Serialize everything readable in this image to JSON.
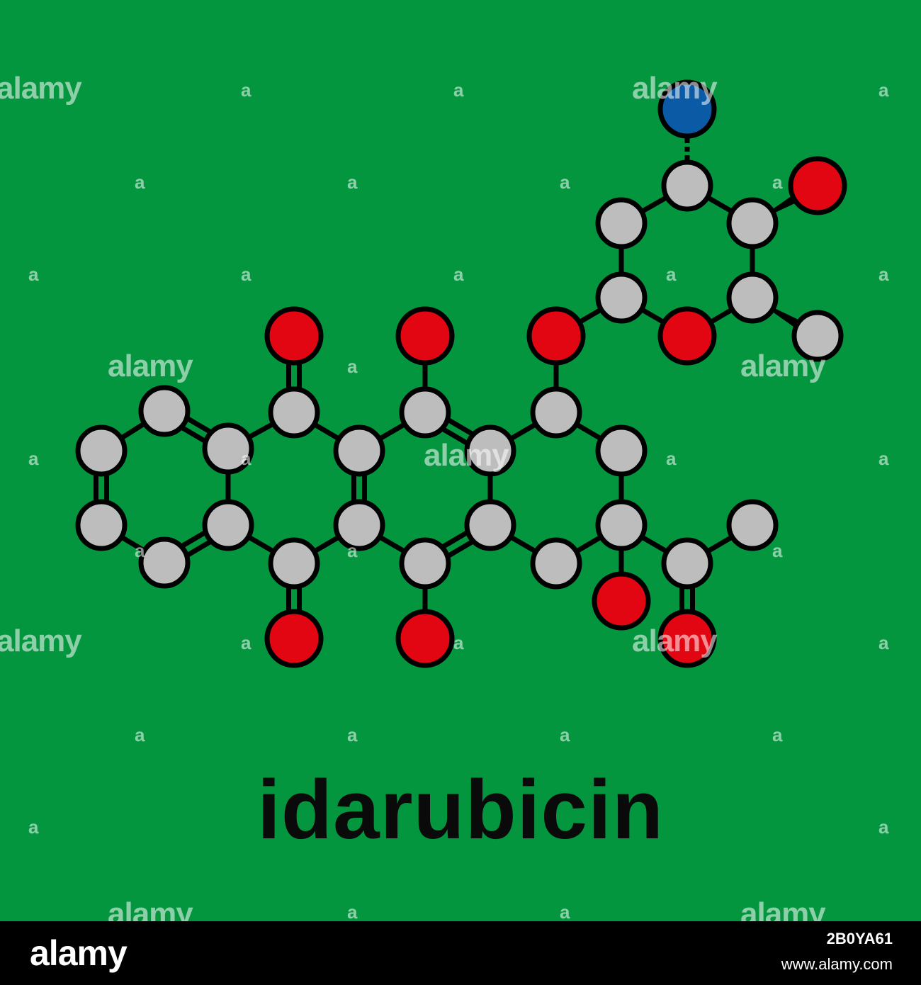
{
  "background_color": "#03963f",
  "element_colors": {
    "C": "#bdbdbd",
    "O": "#e20613",
    "N": "#0b5aa5"
  },
  "title": "idarubicin",
  "watermark": {
    "word": "alamy",
    "mark": "a"
  },
  "footer": {
    "brand": "alamy",
    "image_id": "2B0YA61",
    "url": "www.alamy.com"
  },
  "molecule": {
    "atoms": [
      {
        "id": 1,
        "el": "C"
      },
      {
        "id": 2,
        "el": "C"
      },
      {
        "id": 3,
        "el": "C"
      },
      {
        "id": 4,
        "el": "C"
      },
      {
        "id": 5,
        "el": "C"
      },
      {
        "id": 6,
        "el": "C"
      },
      {
        "id": 7,
        "el": "C"
      },
      {
        "id": 8,
        "el": "C"
      },
      {
        "id": 9,
        "el": "C"
      },
      {
        "id": 10,
        "el": "C"
      },
      {
        "id": 11,
        "el": "C"
      },
      {
        "id": 12,
        "el": "C"
      },
      {
        "id": 13,
        "el": "C"
      },
      {
        "id": 14,
        "el": "C"
      },
      {
        "id": 15,
        "el": "C"
      },
      {
        "id": 16,
        "el": "C"
      },
      {
        "id": 17,
        "el": "C"
      },
      {
        "id": 18,
        "el": "C"
      },
      {
        "id": 19,
        "el": "O"
      },
      {
        "id": 20,
        "el": "O"
      },
      {
        "id": 21,
        "el": "O"
      },
      {
        "id": 22,
        "el": "O"
      },
      {
        "id": 23,
        "el": "O"
      },
      {
        "id": 24,
        "el": "C"
      },
      {
        "id": 25,
        "el": "C"
      },
      {
        "id": 26,
        "el": "O"
      },
      {
        "id": 27,
        "el": "O"
      },
      {
        "id": 28,
        "el": "C"
      },
      {
        "id": 29,
        "el": "C"
      },
      {
        "id": 30,
        "el": "C"
      },
      {
        "id": 31,
        "el": "C"
      },
      {
        "id": 32,
        "el": "C"
      },
      {
        "id": 33,
        "el": "O"
      },
      {
        "id": 34,
        "el": "N"
      },
      {
        "id": 35,
        "el": "O"
      },
      {
        "id": 36,
        "el": "C"
      }
    ],
    "bonds": [
      {
        "a": 1,
        "b": 2,
        "order": 1,
        "style": "plain"
      },
      {
        "a": 2,
        "b": 3,
        "order": 2,
        "style": "plain"
      },
      {
        "a": 3,
        "b": 6,
        "order": 1,
        "style": "plain"
      },
      {
        "a": 6,
        "b": 5,
        "order": 2,
        "style": "plain"
      },
      {
        "a": 5,
        "b": 4,
        "order": 1,
        "style": "plain"
      },
      {
        "a": 4,
        "b": 1,
        "order": 2,
        "style": "plain"
      },
      {
        "a": 3,
        "b": 7,
        "order": 1,
        "style": "plain"
      },
      {
        "a": 7,
        "b": 9,
        "order": 1,
        "style": "plain"
      },
      {
        "a": 9,
        "b": 10,
        "order": 2,
        "style": "plain"
      },
      {
        "a": 10,
        "b": 8,
        "order": 1,
        "style": "plain"
      },
      {
        "a": 8,
        "b": 6,
        "order": 1,
        "style": "plain"
      },
      {
        "a": 9,
        "b": 11,
        "order": 1,
        "style": "plain"
      },
      {
        "a": 11,
        "b": 13,
        "order": 2,
        "style": "plain"
      },
      {
        "a": 13,
        "b": 14,
        "order": 1,
        "style": "plain"
      },
      {
        "a": 14,
        "b": 12,
        "order": 2,
        "style": "plain"
      },
      {
        "a": 12,
        "b": 10,
        "order": 1,
        "style": "plain"
      },
      {
        "a": 13,
        "b": 15,
        "order": 1,
        "style": "plain"
      },
      {
        "a": 15,
        "b": 16,
        "order": 1,
        "style": "plain"
      },
      {
        "a": 16,
        "b": 17,
        "order": 1,
        "style": "plain"
      },
      {
        "a": 17,
        "b": 18,
        "order": 1,
        "style": "plain"
      },
      {
        "a": 18,
        "b": 14,
        "order": 1,
        "style": "plain"
      },
      {
        "a": 7,
        "b": 19,
        "order": 2,
        "style": "plain"
      },
      {
        "a": 8,
        "b": 20,
        "order": 2,
        "style": "plain"
      },
      {
        "a": 11,
        "b": 21,
        "order": 1,
        "style": "plain"
      },
      {
        "a": 12,
        "b": 22,
        "order": 1,
        "style": "plain"
      },
      {
        "a": 17,
        "b": 23,
        "order": 1,
        "style": "plain"
      },
      {
        "a": 17,
        "b": 24,
        "order": 1,
        "style": "plain"
      },
      {
        "a": 24,
        "b": 25,
        "order": 1,
        "style": "plain"
      },
      {
        "a": 24,
        "b": 26,
        "order": 2,
        "style": "plain"
      },
      {
        "a": 15,
        "b": 27,
        "order": 1,
        "style": "plain"
      },
      {
        "a": 27,
        "b": 28,
        "order": 1,
        "style": "plain"
      },
      {
        "a": 28,
        "b": 29,
        "order": 1,
        "style": "plain"
      },
      {
        "a": 29,
        "b": 30,
        "order": 1,
        "style": "plain"
      },
      {
        "a": 30,
        "b": 31,
        "order": 1,
        "style": "plain"
      },
      {
        "a": 31,
        "b": 32,
        "order": 1,
        "style": "plain"
      },
      {
        "a": 32,
        "b": 33,
        "order": 1,
        "style": "plain"
      },
      {
        "a": 33,
        "b": 28,
        "order": 1,
        "style": "plain"
      },
      {
        "a": 30,
        "b": 34,
        "order": 1,
        "style": "dash"
      },
      {
        "a": 31,
        "b": 35,
        "order": 1,
        "style": "wedge"
      },
      {
        "a": 32,
        "b": 36,
        "order": 1,
        "style": "wedge"
      }
    ]
  }
}
